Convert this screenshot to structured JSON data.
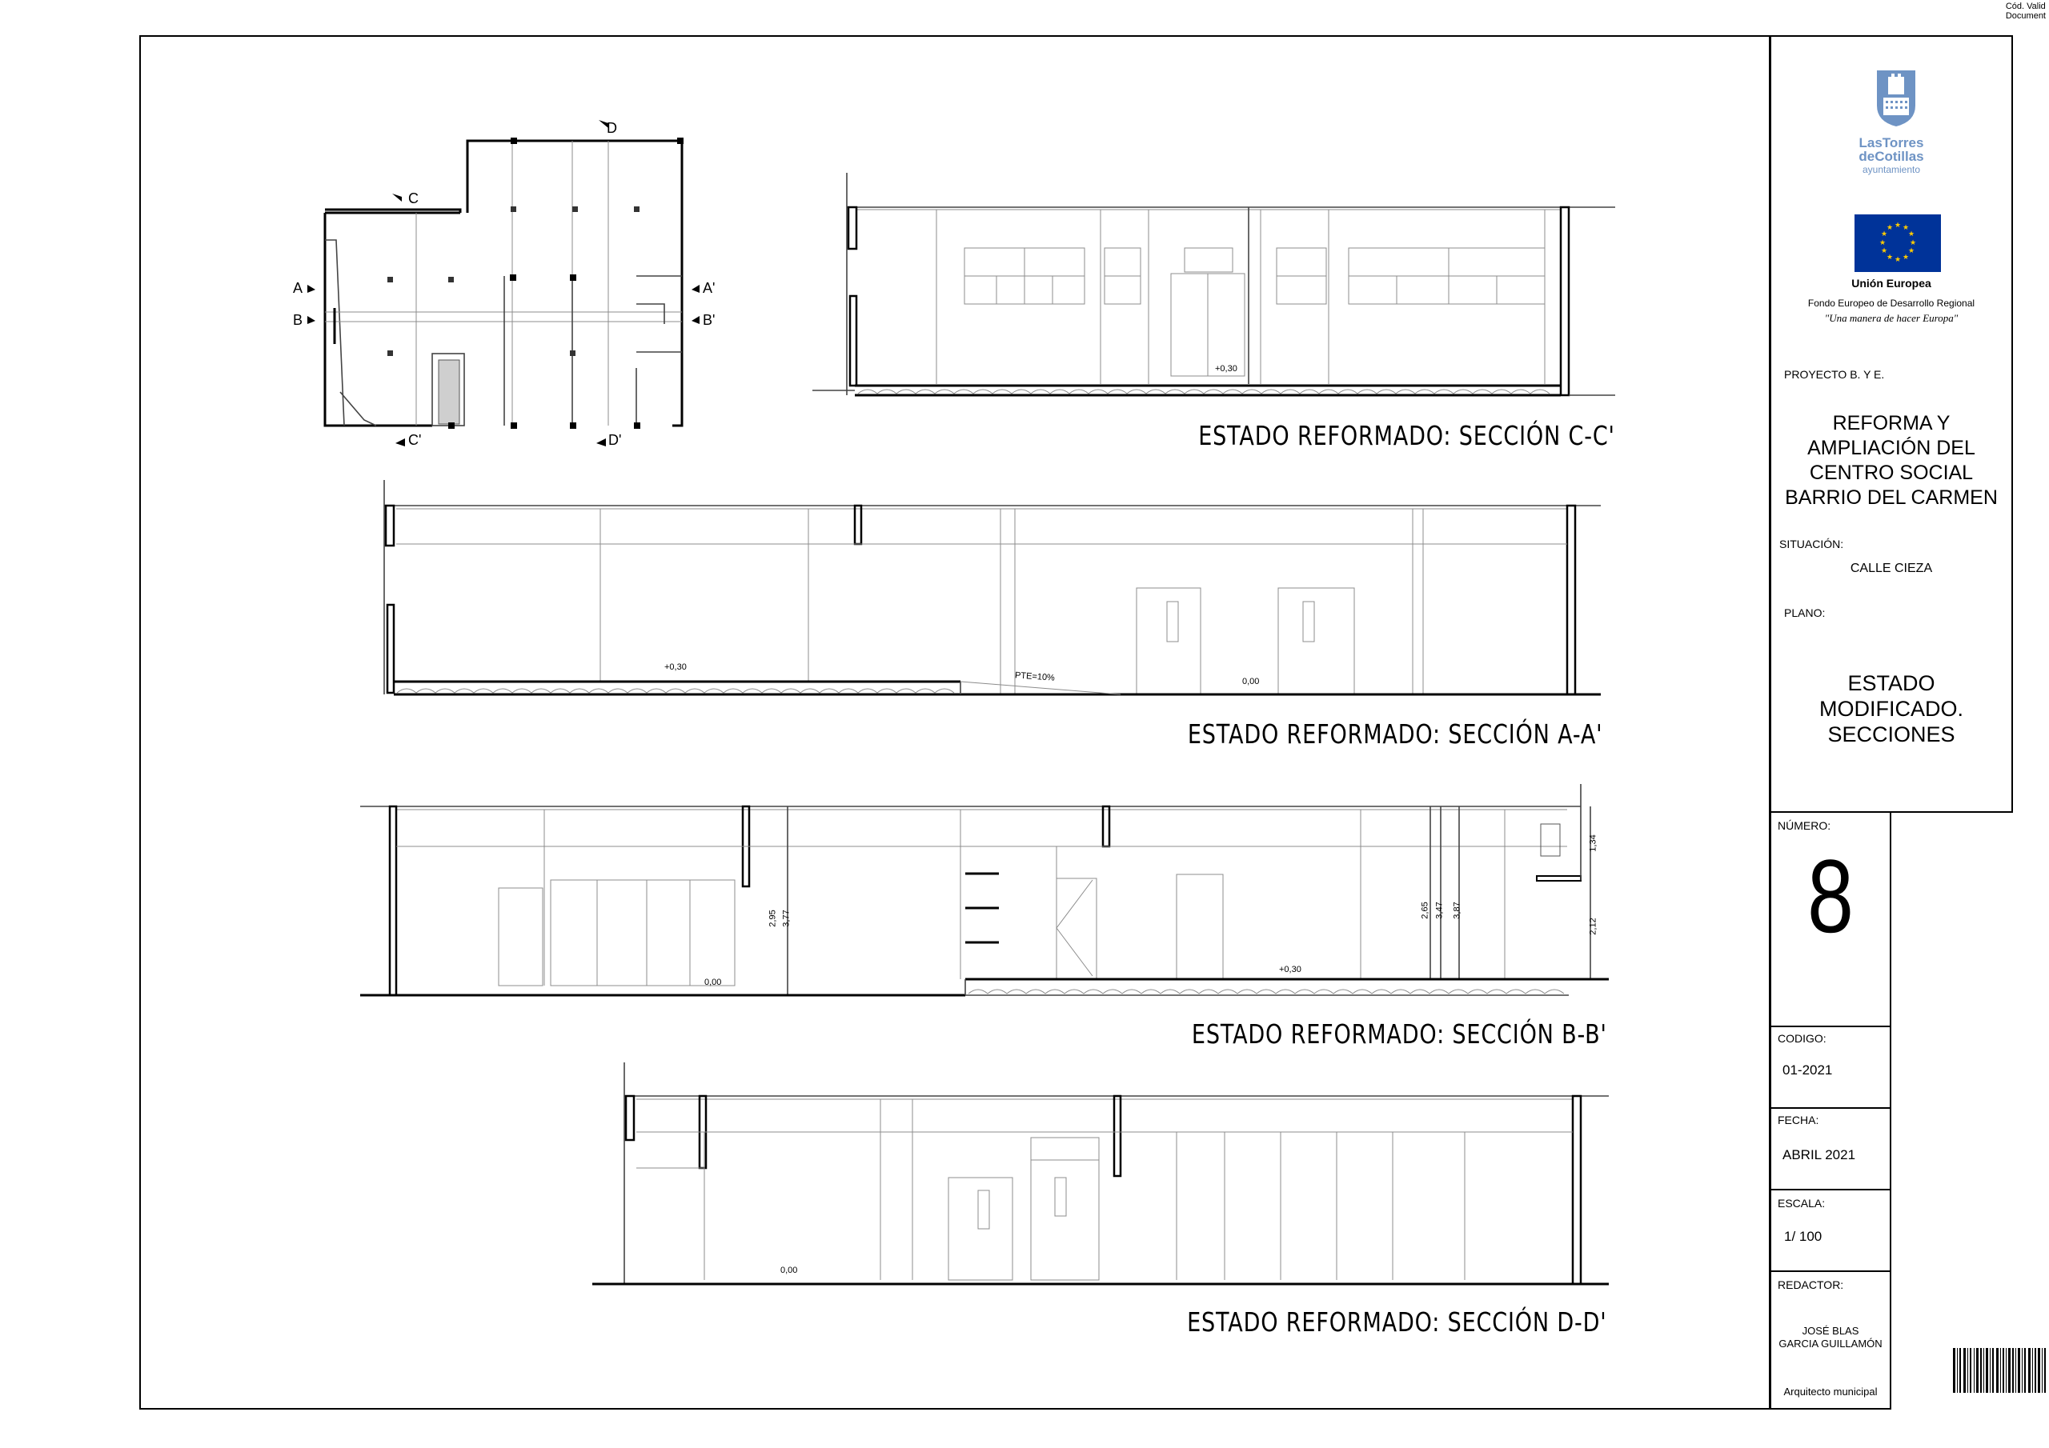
{
  "corner_note": {
    "line1": "Cód. Valid",
    "line2": "Document"
  },
  "logo": {
    "name_line1": "LasTorres",
    "name_line2": "deCotillas",
    "name_line3": "ayuntamiento",
    "icon": "castle-shield-icon"
  },
  "eu": {
    "name": "Unión Europea",
    "fund": "Fondo Europeo de Desarrollo Regional",
    "motto": "\"Una manera de hacer Europa\"",
    "flag_color": "#003399",
    "star_color": "#ffcc00"
  },
  "project": {
    "label": "PROYECTO B. Y E.",
    "title_lines": [
      "REFORMA Y",
      "AMPLIACIÓN DEL",
      "CENTRO SOCIAL",
      "BARRIO DEL CARMEN"
    ],
    "situacion_label": "SITUACIÓN:",
    "situacion": "CALLE CIEZA",
    "plano_label": "PLANO:",
    "plano_lines": [
      "ESTADO",
      "MODIFICADO.",
      "SECCIONES"
    ]
  },
  "sheet": {
    "numero_label": "NÚMERO:",
    "numero": "8",
    "codigo_label": "CODIGO:",
    "codigo": "01-2021",
    "fecha_label": "FECHA:",
    "fecha": "ABRIL 2021",
    "escala_label": "ESCALA:",
    "escala": "1/ 100",
    "redactor_label": "REDACTOR:",
    "redactor_line1": "JOSÉ BLAS",
    "redactor_line2": "GARCIA GUILLAMÓN",
    "cargo": "Arquitecto municipal"
  },
  "sections": {
    "cc": "ESTADO REFORMADO: SECCIÓN C-C'",
    "aa": "ESTADO REFORMADO: SECCIÓN A-A'",
    "bb": "ESTADO REFORMADO: SECCIÓN B-B'",
    "dd": "ESTADO REFORMADO: SECCIÓN D-D'"
  },
  "plan_marks": {
    "a": "A",
    "a2": "A'",
    "b": "B",
    "b2": "B'",
    "c": "C",
    "c2": "C'",
    "d": "D",
    "d2": "D'"
  },
  "levels": {
    "cc": "+0,30",
    "aa_high": "+0,30",
    "aa_slope": "PTE=10%",
    "aa_low": "0,00",
    "bb_low": "0,00",
    "bb_high": "+0,30",
    "dd": "0,00"
  },
  "dims": {
    "d295": "2,95",
    "d377": "3,77",
    "d265": "2,65",
    "d347": "3,47",
    "d387": "3,87",
    "d134": "1,34",
    "d212": "2,12"
  }
}
